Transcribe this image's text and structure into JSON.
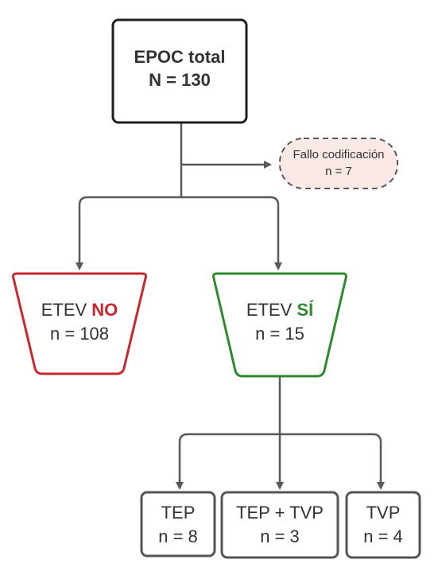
{
  "nodes": {
    "root": {
      "title": "EPOC total",
      "count": "N = 130"
    },
    "excluded": {
      "title": "Fallo codificación",
      "count": "n = 7"
    },
    "etev_no": {
      "prefix": "ETEV ",
      "highlight": "NO",
      "count": "n = 108"
    },
    "etev_si": {
      "prefix": "ETEV ",
      "highlight": "SÍ",
      "count": "n = 15"
    },
    "tep": {
      "title": "TEP",
      "count": "n = 8"
    },
    "tep_tvp": {
      "title": "TEP + TVP",
      "count": "n = 3"
    },
    "tvp": {
      "title": "TVP",
      "count": "n = 4"
    }
  },
  "colors": {
    "line": "#595959",
    "box_border": "#555555",
    "root_border": "#1f1f1f",
    "no_red": "#c8282d",
    "si_green": "#2f8a2f",
    "excluded_fill": "#fbe9e7",
    "text": "#333333"
  }
}
